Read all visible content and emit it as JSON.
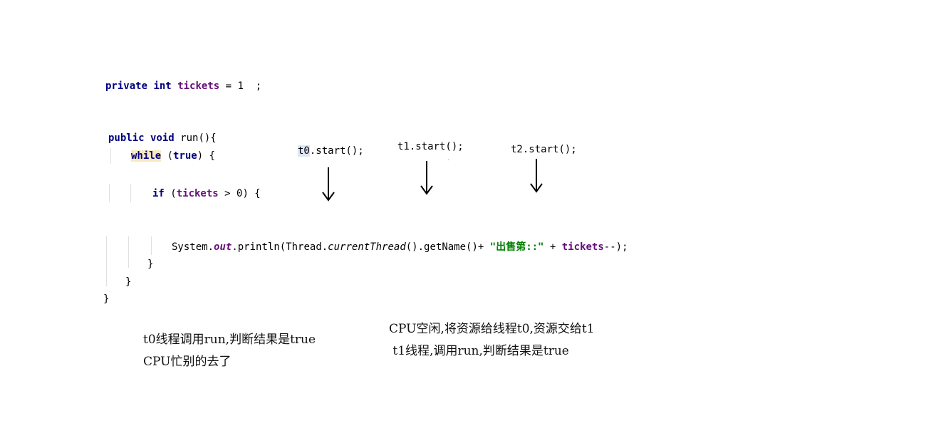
{
  "code": {
    "decl": {
      "kw1": "private",
      "kw2": "int",
      "field": "tickets",
      "rest": " = 1  ;"
    },
    "method": {
      "kw1": "public",
      "kw2": "void",
      "rest": " run(){"
    },
    "while_line": {
      "kw": "while",
      "open": " (",
      "val": "true",
      "close": ") {"
    },
    "if_line": {
      "kw": "if",
      "open": " (",
      "field": "tickets",
      "rest": " > 0) {"
    },
    "println": {
      "p1": "System.",
      "out": "out",
      "p2": ".println(Thread.",
      "method": "currentThread",
      "p3": "().getName()+ ",
      "str": "\"出售第::\"",
      "p4": " + ",
      "field": "tickets",
      "p5": "--);"
    },
    "brace1": "}",
    "brace2": "}",
    "brace3": "}"
  },
  "calls": [
    {
      "var": "t0",
      "rest": ".start();"
    },
    {
      "text": "t1.start();"
    },
    {
      "text": "t2.start();"
    }
  ],
  "notes": {
    "left": [
      "t0线程调用run,判断结果是true",
      "CPU忙别的去了"
    ],
    "right": [
      "CPU空闲,将资源给线程t0,资源交给t1",
      " t1线程,调用run,判断结果是true"
    ]
  }
}
